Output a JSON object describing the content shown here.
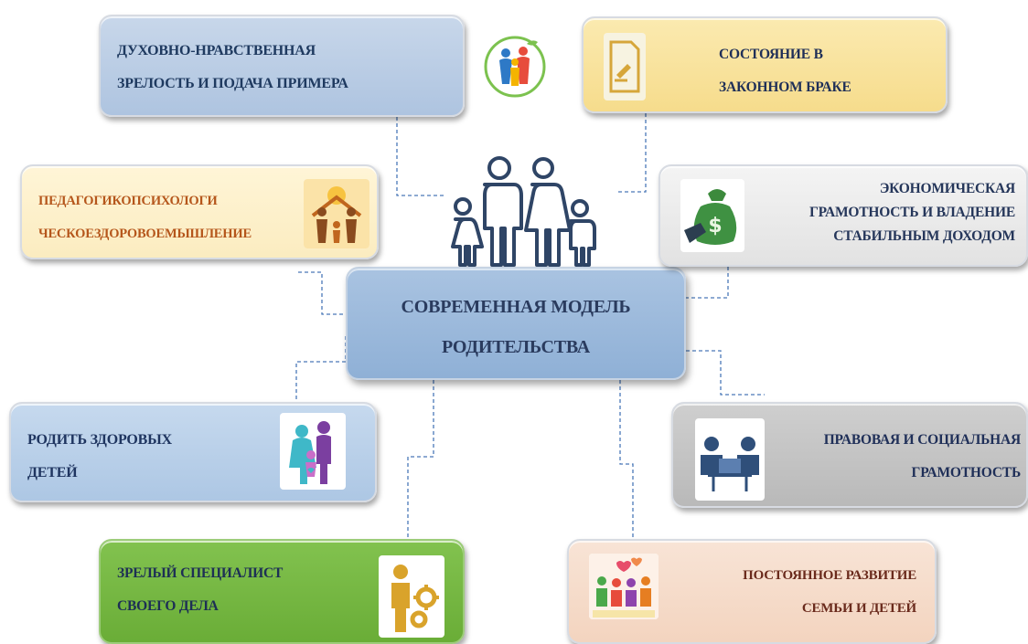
{
  "center": {
    "line1": "СОВРЕМЕННАЯ МОДЕЛЬ",
    "line2": "РОДИТЕЛЬСТВА"
  },
  "cards": {
    "spiritual": {
      "line1": "ДУХОВНО-НРАВСТВЕННАЯ",
      "line2": "ЗРЕЛОСТЬ И ПОДАЧА ПРИМЕРА",
      "icon": "people-circle-icon"
    },
    "marriage": {
      "line1": "СОСТОЯНИЕ В",
      "line2": "ЗАКОННОМ БРАКЕ",
      "icon": "legal-document-icon"
    },
    "pedagogic": {
      "line1": "ПЕДАГОГИКОПСИХОЛОГИ",
      "line2": "ЧЕСКОЕЗДОРОВОЕМЫШЛЕНИЕ",
      "icon": "family-home-icon"
    },
    "economic": {
      "line1": "ЭКОНОМИЧЕСКАЯ",
      "line2": "ГРАМОТНОСТЬ И ВЛАДЕНИЕ",
      "line3": "СТАБИЛЬНЫМ ДОХОДОМ",
      "icon": "money-bag-icon"
    },
    "healthy": {
      "line1": "РОДИТЬ ЗДОРОВЫХ",
      "line2": "ДЕТЕЙ",
      "icon": "parents-child-icon"
    },
    "legal": {
      "line1": "ПРАВОВАЯ И СОЦИАЛЬНАЯ",
      "line2": "ГРАМОТНОСТЬ",
      "icon": "meeting-icon"
    },
    "specialist": {
      "line1": "ЗРЕЛЫЙ СПЕЦИАЛИСТ",
      "line2": "СВОЕГО  ДЕЛА",
      "icon": "gear-worker-icon"
    },
    "development": {
      "line1": "ПОСТОЯННОЕ РАЗВИТИЕ",
      "line2": "СЕМЬИ И ДЕТЕЙ",
      "icon": "family-hearts-icon"
    }
  },
  "family_icon": "family-outline-icon",
  "colors": {
    "connector": "#4a78b8",
    "family_outline": "#2f4566"
  }
}
